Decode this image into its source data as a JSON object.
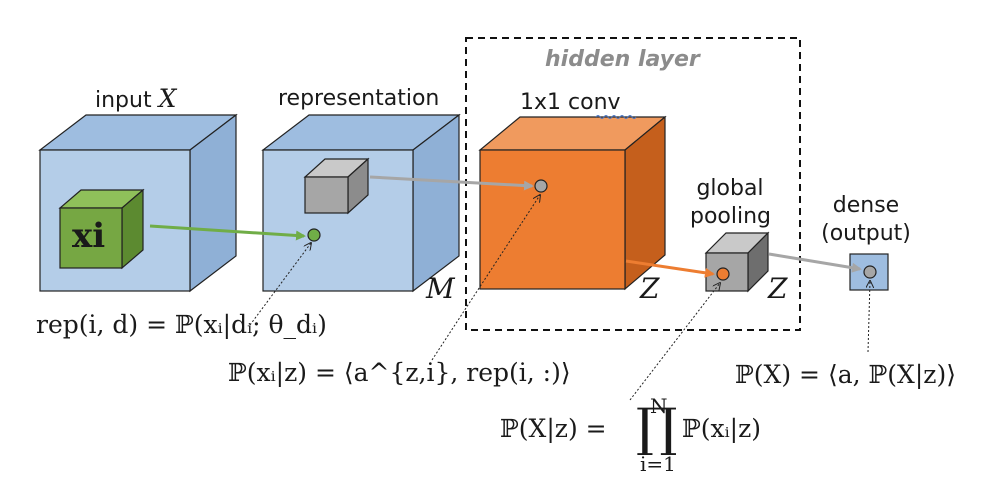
{
  "labels": {
    "input_text": "input",
    "input_var": "X",
    "representation": "representation",
    "hidden_layer": "hidden layer",
    "conv": "1x1 conv",
    "global_pooling_line1": "global",
    "global_pooling_line2": "pooling",
    "dense_line1": "dense",
    "dense_line2": "(output)",
    "cube_xi": "xi",
    "dim_M": "M",
    "dim_Z1": "Z",
    "dim_Z2": "Z"
  },
  "equations": {
    "rep": "rep(i, d) = ℙ(xᵢ|dᵢ; θ_dᵢ)",
    "p_xi_z": "ℙ(xᵢ|z) = ⟨a^{z,i}, rep(i, :)⟩",
    "p_X_z_lhs": "ℙ(X|z) =",
    "p_X_z_prod_top": "N",
    "p_X_z_prod_bottom": "i=1",
    "p_X_z_rhs": "ℙ(xᵢ|z)",
    "p_X": "ℙ(X) = ⟨a, ℙ(X|z)⟩"
  },
  "colors": {
    "blue_front": "#b4cde8",
    "blue_top": "#9ebde0",
    "blue_side": "#8fb0d6",
    "green": "#76a743",
    "orange": "#ed7d31",
    "gray": "#a6a6a6",
    "arrow_green": "#70ad47",
    "arrow_gray": "#a6a6a6",
    "arrow_orange": "#ed7d31"
  }
}
